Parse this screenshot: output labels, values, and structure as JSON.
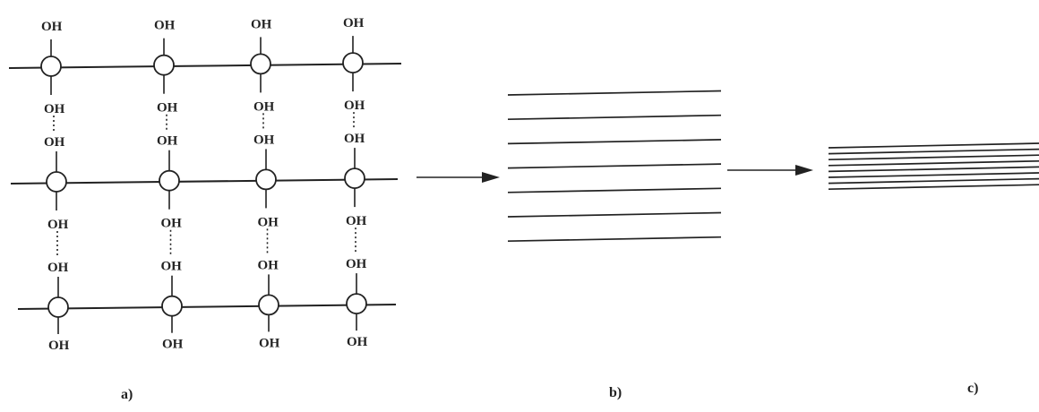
{
  "diagram": {
    "group_label": "OH",
    "panel_labels": [
      "a)",
      "b)",
      "c)"
    ],
    "ink_color": "#222222",
    "background_color": "#ffffff",
    "panel_a": {
      "chains": 3,
      "nodes_per_chain": 4
    },
    "panel_b": {
      "line_count": 7
    },
    "panel_c": {
      "line_count": 8
    }
  }
}
